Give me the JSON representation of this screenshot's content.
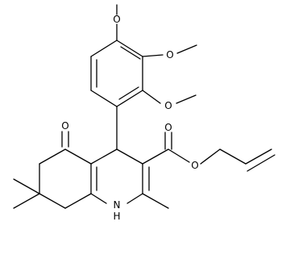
{
  "molecule": {
    "atom_labels": {
      "O_ketone": "O",
      "O_ester_carbonyl": "O",
      "O_ester_ether": "O",
      "O_methoxy_top": "O",
      "O_methoxy_right": "O",
      "O_methoxy_bottom": "O",
      "N_ring": "N",
      "H_ring": "H"
    }
  }
}
